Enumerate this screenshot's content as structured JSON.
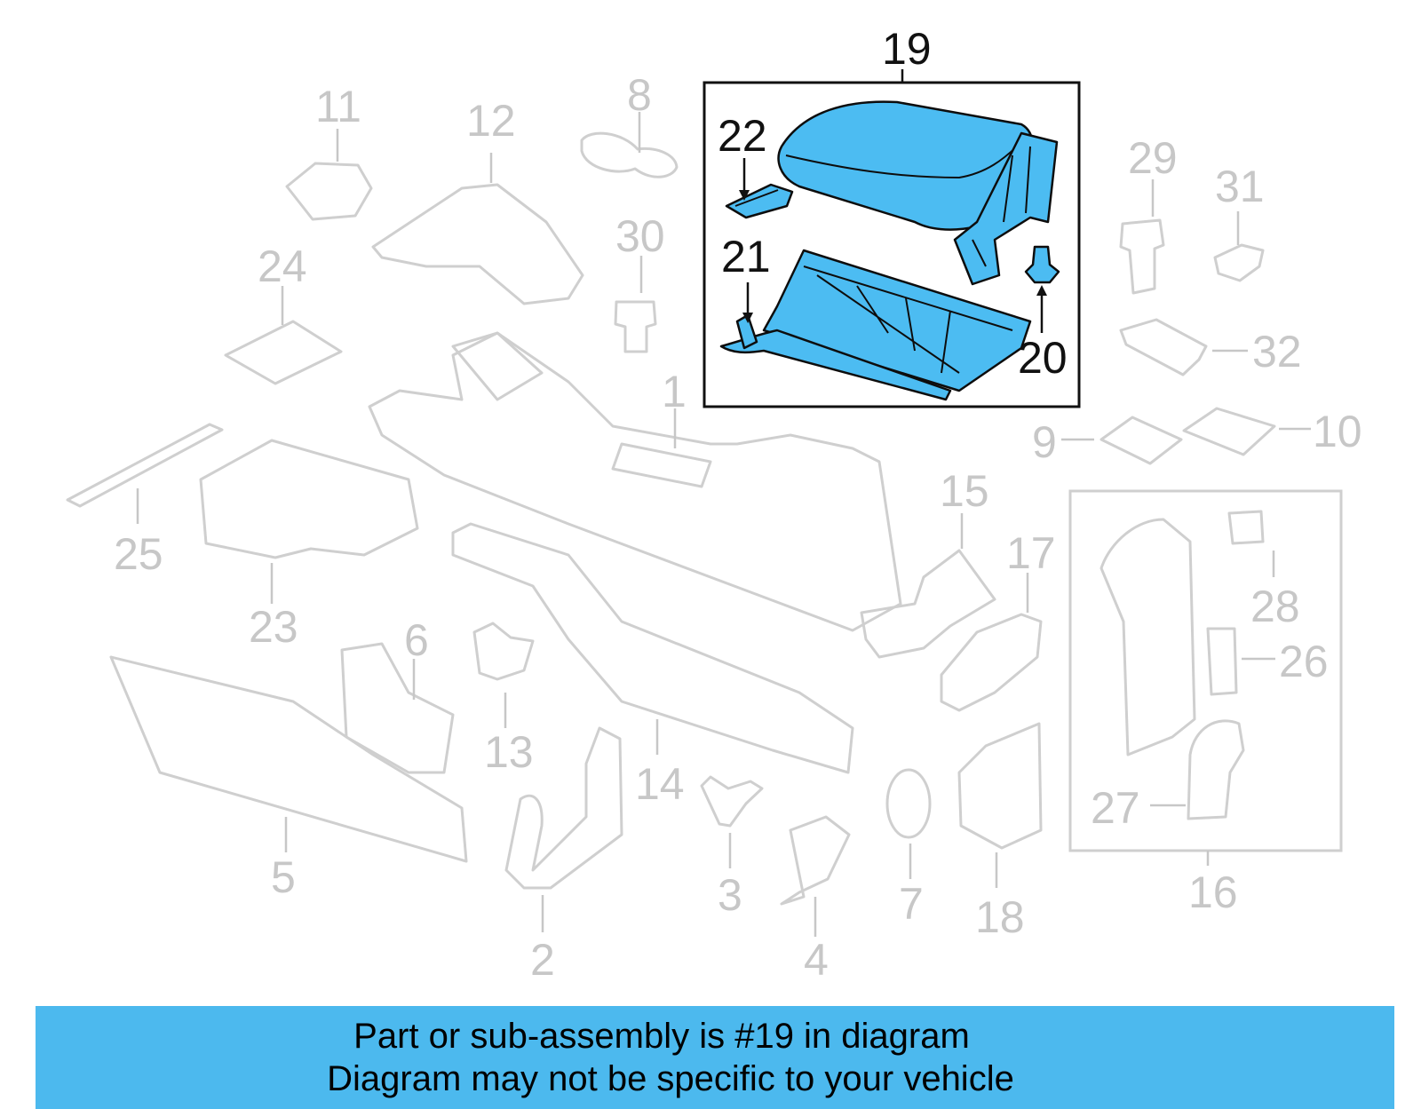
{
  "callouts": {
    "c1": "1",
    "c2": "2",
    "c3": "3",
    "c4": "4",
    "c5": "5",
    "c6": "6",
    "c7": "7",
    "c8": "8",
    "c9": "9",
    "c10": "10",
    "c11": "11",
    "c12": "12",
    "c13": "13",
    "c14": "14",
    "c15": "15",
    "c16": "16",
    "c17": "17",
    "c18": "18",
    "c19": "19",
    "c20": "20",
    "c21": "21",
    "c22": "22",
    "c23": "23",
    "c24": "24",
    "c25": "25",
    "c26": "26",
    "c27": "27",
    "c28": "28",
    "c29": "29",
    "c30": "30",
    "c31": "31",
    "c32": "32"
  },
  "highlight_color": "#4cbcf2",
  "banner": {
    "line1": "Part or sub-assembly is #19 in diagram",
    "line2": "Diagram may not be specific to your vehicle",
    "color": "#4cb9ee"
  }
}
